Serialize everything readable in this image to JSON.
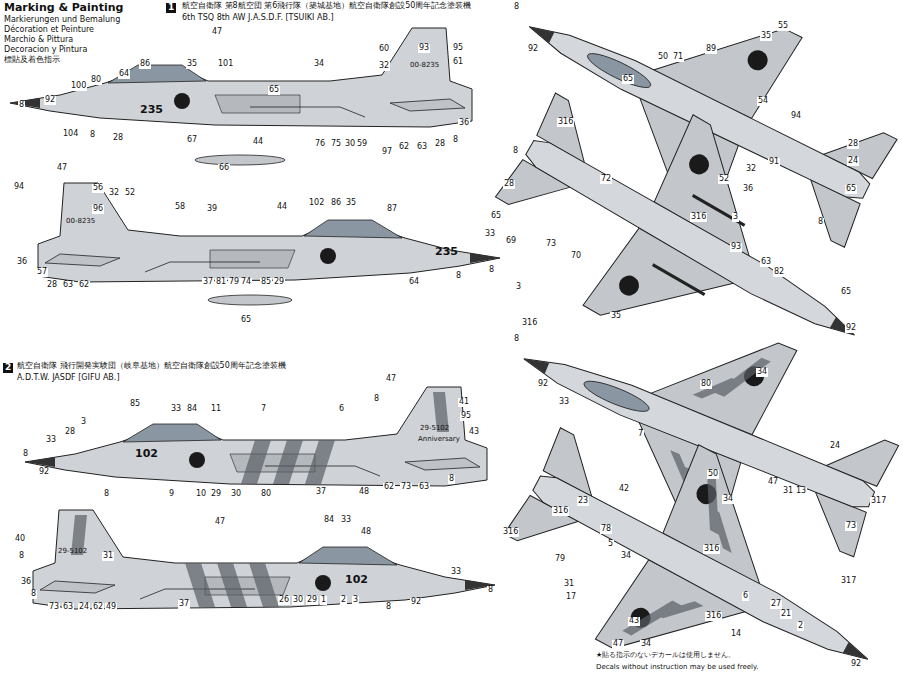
{
  "diagram": {
    "labels": [
      "Marking & Painting",
      "Markierungen und Bemalung",
      "Décoration et Peinture",
      "Marchio & Pittura",
      "Decoracion y Pintura",
      "標貼及着色指示",
      "1",
      "航空自衛隊 第8航空団 第6飛行隊（築城基地）航空自衛隊創設50周年記念塗装機",
      "6th TSQ 8th AW J.A.S.D.F. [TSUIKI AB.]",
      "2",
      "航空自衛隊 飛行開発実験団（岐阜基地）航空自衛隊創設50周年記念塗装機",
      "A.D.T.W. JASDF [GIFU AB.]",
      "★貼る指示のないデカールは使用しません。",
      "Decals without instruction may be used freely.",
      "235",
      "00-8235",
      "00-8235",
      "235",
      "102",
      "29-5102",
      "29-5102",
      "102",
      "Anniversary",
      "47",
      "60",
      "93",
      "95",
      "61",
      "35",
      "101",
      "34",
      "32",
      "80",
      "100",
      "64",
      "86",
      "65",
      "92",
      "8",
      "104",
      "8",
      "28",
      "67",
      "44",
      "76",
      "75",
      "30",
      "59",
      "97",
      "62",
      "63",
      "28",
      "8",
      "36",
      "66",
      "47",
      "94",
      "56",
      "32",
      "52",
      "96",
      "58",
      "39",
      "44",
      "102",
      "86",
      "35",
      "87",
      "33",
      "8",
      "64",
      "8",
      "36",
      "57",
      "28",
      "63",
      "62",
      "37",
      "81",
      "79",
      "74",
      "85",
      "29",
      "65",
      "8",
      "92",
      "65",
      "50",
      "71",
      "89",
      "35",
      "55",
      "94",
      "54",
      "28",
      "24",
      "91",
      "32",
      "36",
      "65",
      "8",
      "8",
      "316",
      "28",
      "65",
      "69",
      "73",
      "70",
      "72",
      "52",
      "316",
      "3",
      "93",
      "63",
      "82",
      "65",
      "92",
      "3",
      "316",
      "35",
      "85",
      "33",
      "84",
      "11",
      "7",
      "6",
      "8",
      "47",
      "41",
      "95",
      "43",
      "3",
      "28",
      "33",
      "8",
      "92",
      "8",
      "9",
      "10",
      "29",
      "30",
      "80",
      "37",
      "48",
      "62",
      "73",
      "63",
      "8",
      "47",
      "40",
      "8",
      "31",
      "36",
      "8",
      "73",
      "63",
      "24",
      "62",
      "49",
      "37",
      "26",
      "30",
      "29",
      "1",
      "2",
      "3",
      "8",
      "92",
      "33",
      "8",
      "84",
      "33",
      "48",
      "8",
      "92",
      "33",
      "7",
      "80",
      "34",
      "50",
      "34",
      "47",
      "24",
      "13",
      "31",
      "317",
      "73",
      "317",
      "316",
      "316",
      "316",
      "23",
      "42",
      "78",
      "5",
      "34",
      "79",
      "31",
      "17",
      "43",
      "47",
      "34",
      "316",
      "6",
      "27",
      "21",
      "14",
      "2",
      "92"
    ]
  }
}
